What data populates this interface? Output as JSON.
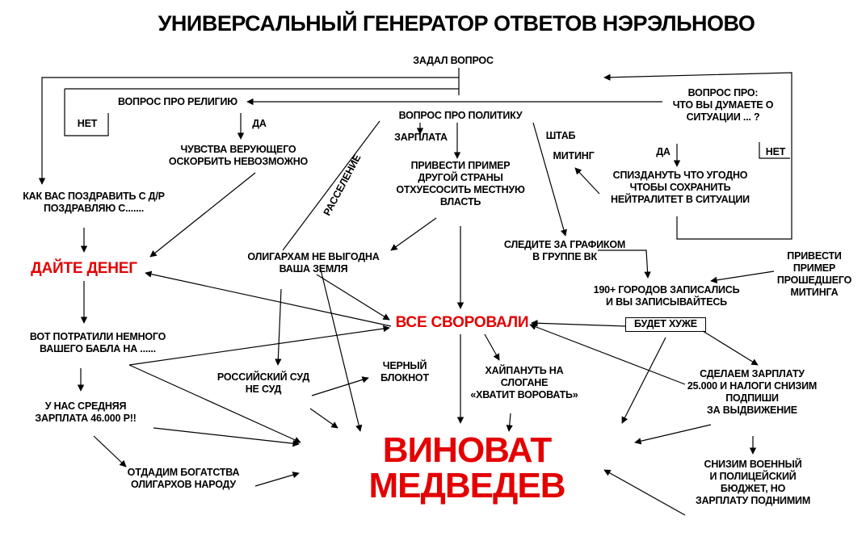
{
  "title": "УНИВЕРСАЛЬНЫЙ ГЕНЕРАТОР ОТВЕТОВ НЭРЭЛЬНОВО",
  "colors": {
    "accent": "#e40000",
    "ink": "#000000",
    "background": "#ffffff"
  },
  "nodes": {
    "asked": "ЗАДАЛ ВОПРОС",
    "religion": "ВОПРОС ПРО РЕЛИГИЮ",
    "no_left": "НЕТ",
    "yes_rel": "ДА",
    "feelings": "ЧУВСТВА ВЕРУЮЩЕГО\nОСКОРБИТЬ НЕВОЗМОЖНО",
    "politics": "ВОПРОС ПРО ПОЛИТИКУ",
    "opinion": "ВОПРОС ПРО:\nЧТО ВЫ ДУМАЕТЕ О\nСИТУАЦИИ ... ?",
    "yes_op": "ДА",
    "no_right": "НЕТ",
    "salary": "ЗАРПЛАТА",
    "hq": "ШТАБ",
    "rally": "МИТИНГ",
    "resettle": "РАССЕЛЕНИЕ",
    "other_country": "ПРИВЕСТИ ПРИМЕР\nДРУГОЙ СТРАНЫ\nОТХУЕСОСИТЬ МЕСТНУЮ\nВЛАСТЬ",
    "neutral": "СПИЗДАНУТЬ ЧТО УГОДНО\nЧТОБЫ СОХРАНИТЬ\nНЕЙТРАЛИТЕТ В СИТУАЦИИ",
    "birthday": "КАК ВАС ПОЗДРАВИТЬ С Д/Р\nПОЗДРАВЛЯЮ С.......",
    "give_money": "ДАЙТЕ ДЕНЕГ",
    "oligarchs_land": "ОЛИГАРХАМ НЕ ВЫГОДНА\nВАША ЗЕМЛЯ",
    "schedule": "СЛЕДИТЕ ЗА ГРАФИКОМ\nВ ГРУППЕ ВК",
    "past_rally": "ПРИВЕСТИ\nПРИМЕР\nПРОШЕДШЕГО\nМИТИНГА",
    "cities": "190+ ГОРОДОВ ЗАПИСАЛИСЬ\nИ ВЫ ЗАПИСЫВАЙТЕСЬ",
    "worse": "БУДЕТ ХУЖЕ",
    "stolen": "ВСЕ СВОРОВАЛИ",
    "spent": "ВОТ ПОТРАТИЛИ НЕМНОГО\nВАШЕГО БАБЛА НА ......",
    "avg_salary": "У НАС СРЕДНЯЯ\nЗАРПЛАТА 46.000 Р!!",
    "court": "РОССИЙСКИЙ СУД\nНЕ СУД",
    "notebook": "ЧЕРНЫЙ\nБЛОКНОТ",
    "slogan": "ХАЙПАНУТЬ НА\nСЛОГАНЕ\n«ХВАТИТ ВОРОВАТЬ»",
    "salary_25": "СДЕЛАЕМ ЗАРПЛАТУ\n25.000 И НАЛОГИ СНИЗИМ\nПОДПИШИ\nЗА ВЫДВИЖЕНИЕ",
    "give_wealth": "ОТДАДИМ БОГАТСТВА\nОЛИГАРХОВ НАРОДУ",
    "medvedev": "ВИНОВАТ МЕДВЕДЕВ",
    "budget": "СНИЗИМ ВОЕННЫЙ\nИ ПОЛИЦЕЙСКИЙ\nБЮДЖЕТ, НО\nЗАРПЛАТУ ПОДНИМИМ"
  }
}
